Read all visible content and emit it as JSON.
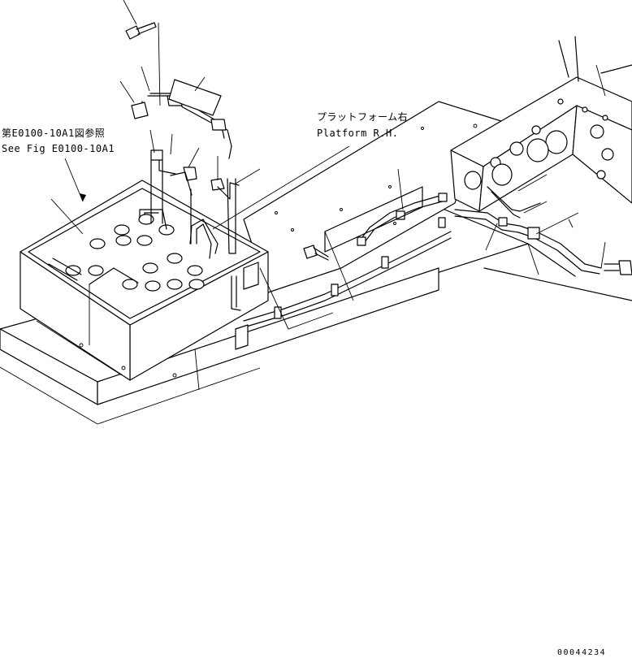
{
  "labels": {
    "ref_jp": "第E0100-10A1図参照",
    "ref_en": "See Fig E0100-10A1",
    "platform_jp": "プラットフォーム右",
    "platform_en": "Platform R.H.",
    "drawing_number": "00044234"
  }
}
